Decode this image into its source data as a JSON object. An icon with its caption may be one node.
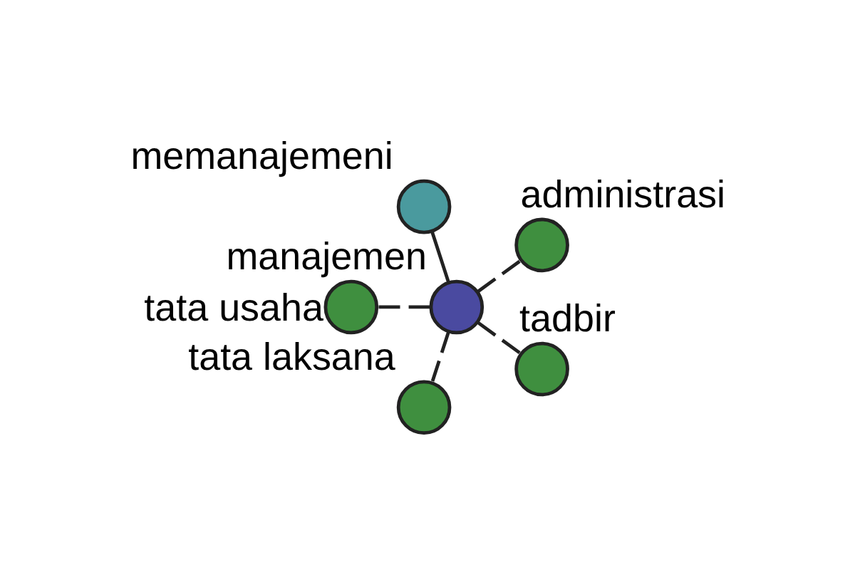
{
  "diagram": {
    "nodes": [
      {
        "text": [],
        "shape": "circle",
        "beside": [
          "administrasi"
        ]
      },
      {
        "text": [],
        "shape": "circle",
        "beside": [
          "memanajemeni"
        ]
      },
      {
        "text": [],
        "shape": "circle",
        "beside": [
          "manajemen"
        ]
      },
      {
        "text": [],
        "shape": "circle",
        "beside": [
          "tata usaha"
        ]
      },
      {
        "text": [],
        "shape": "circle",
        "beside": [
          "tata laksana"
        ]
      },
      {
        "text": [],
        "shape": "circle",
        "beside": [
          "tadbir"
        ]
      }
    ],
    "edges": [
      {
        "from": 2,
        "to": 0,
        "arrow": "none",
        "style": "dashed"
      },
      {
        "from": 2,
        "to": 1,
        "arrow": "none"
      },
      {
        "from": 2,
        "to": 3,
        "arrow": "none",
        "style": "dashed"
      },
      {
        "from": 2,
        "to": 4,
        "arrow": "none",
        "style": "dashed"
      },
      {
        "from": 2,
        "to": 5,
        "arrow": "none",
        "style": "dashed"
      }
    ]
  }
}
